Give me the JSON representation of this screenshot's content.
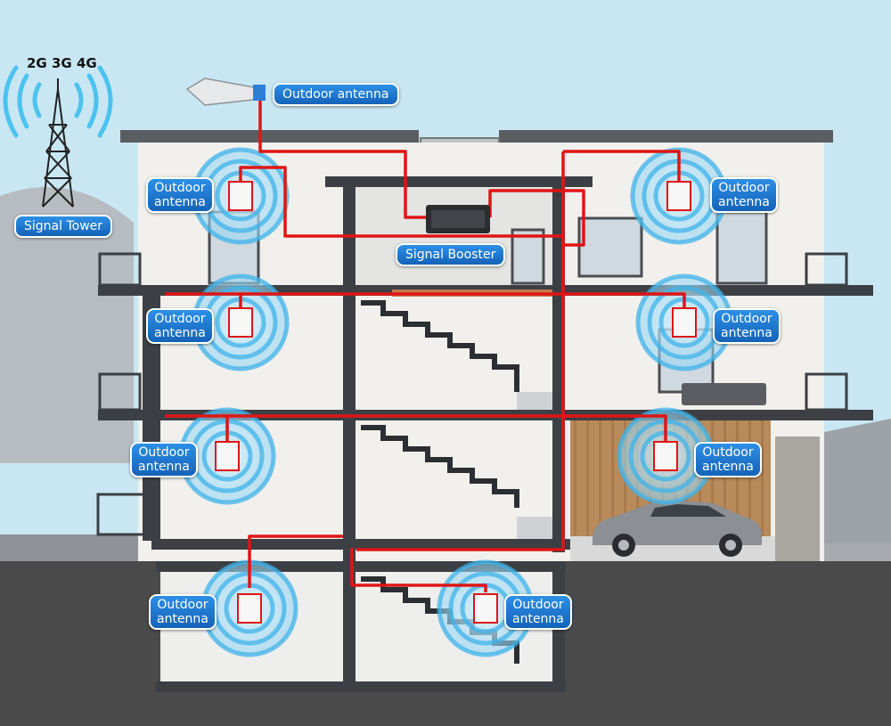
{
  "labels": {
    "bands": "2G 3G 4G",
    "tower": "Signal Tower",
    "outdoor_antenna": "Outdoor antenna",
    "booster": "Signal Booster"
  },
  "antennas": [
    {
      "line1": "Outdoor",
      "line2": "antenna"
    },
    {
      "line1": "Outdoor",
      "line2": "antenna"
    },
    {
      "line1": "Outdoor",
      "line2": "antenna"
    },
    {
      "line1": "Outdoor",
      "line2": "antenna"
    },
    {
      "line1": "Outdoor",
      "line2": "antenna"
    },
    {
      "line1": "Outdoor",
      "line2": "antenna"
    },
    {
      "line1": "Outdoor",
      "line2": "antenna"
    },
    {
      "line1": "Outdoor",
      "line2": "antenna"
    }
  ],
  "colors": {
    "cable": "#e01515",
    "coverage": "#3fb3ea",
    "label_bg": "#1f78d1",
    "sky": "#c6e6f2",
    "ground": "#4a4a4a"
  }
}
